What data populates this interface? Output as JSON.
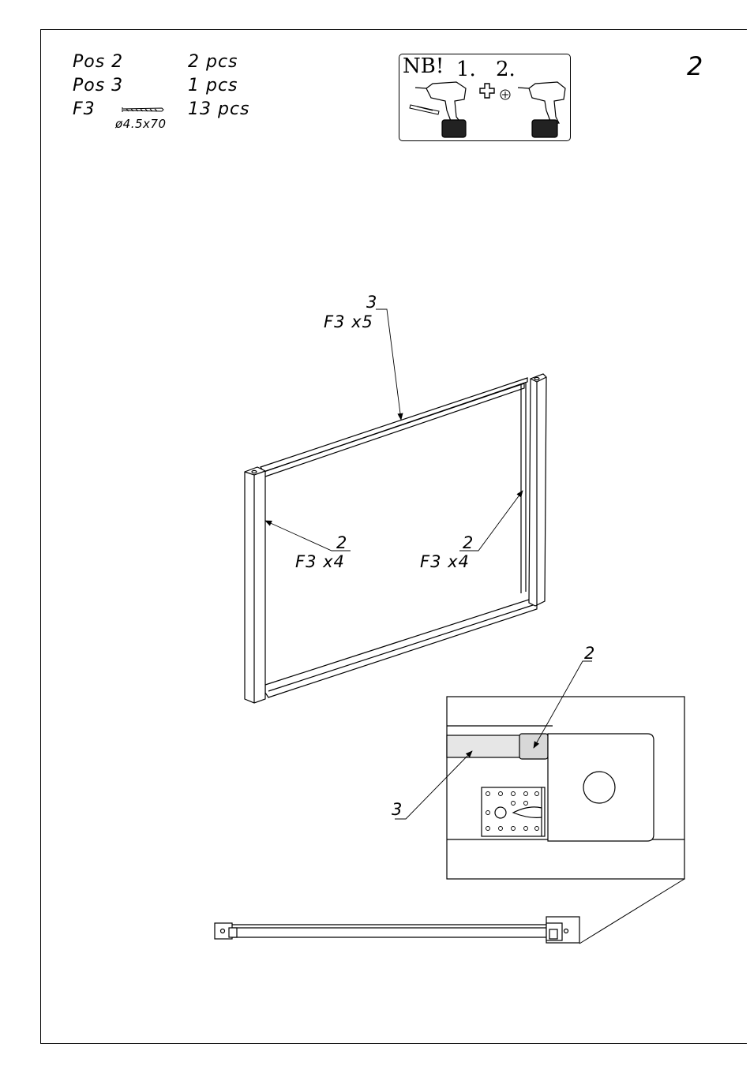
{
  "step_number": "2",
  "parts_list": [
    {
      "name": "Pos 2",
      "qty": "2 pcs"
    },
    {
      "name": "Pos 3",
      "qty": "1 pcs"
    },
    {
      "name": "F3",
      "qty": "13 pcs",
      "spec": "ø4.5x70"
    }
  ],
  "nb_box": {
    "title": "NB!",
    "step1": "1.",
    "step2": "2.",
    "icons": [
      "drill-icon",
      "drill-bit-icon",
      "plus-icon",
      "screw-head-icon",
      "screwdriver-drill-icon"
    ]
  },
  "callouts": {
    "top": {
      "pos": "3",
      "fastener": "F3 x5"
    },
    "left": {
      "pos": "2",
      "fastener": "F3 x4"
    },
    "right": {
      "pos": "2",
      "fastener": "F3 x4"
    },
    "detail_top": {
      "pos": "2"
    },
    "detail_left": {
      "pos": "3"
    }
  }
}
